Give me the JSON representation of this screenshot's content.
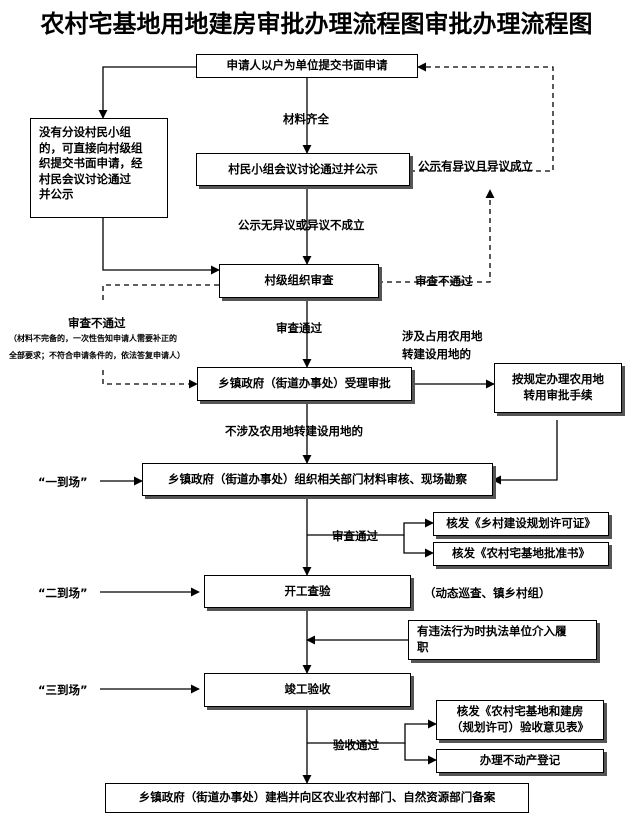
{
  "title": "农村宅基地用地建房审批办理流程图审批办理流程图",
  "boxes": {
    "apply": "申请人以户为单位提交书面申请",
    "village_group": "村民小组会议讨论通过并公示",
    "no_group": [
      "没有分设村民小组",
      "的，可直接向村级组",
      "织提交书面申请，经",
      "村民会议讨论通过",
      "并公示"
    ],
    "village_review": "村级组织审查",
    "township_accept": "乡镇政府（街道办事处）受理审批",
    "farmland": [
      "按规定办理农用地",
      "转用审批手续"
    ],
    "township_audit": "乡镇政府（街道办事处）组织相关部门材料审核、现场勘察",
    "permit_plan": "核发《乡村建设规划许可证》",
    "permit_land": "核发《农村宅基地批准书》",
    "construction_check": "开工查验",
    "violation": [
      "有违法行为时执法单位介入履",
      "职"
    ],
    "completion": "竣工验收",
    "acceptance_opinion": [
      "核发《农村宅基地和建房",
      "（规划许可）验收意见表》"
    ],
    "property_reg": "办理不动产登记",
    "archive": "乡镇政府（街道办事处）建档并向区农业农村部门、自然资源部门备案"
  },
  "labels": {
    "materials_complete": "材料齐全",
    "objection": "公示有异议且异议成立",
    "no_objection": "公示无异议或异议不成立",
    "review_fail_right": "审查不通过",
    "review_fail_left": "审查不通过",
    "review_fail_note_1": "（材料不完备的，一次性告知申请人需要补正的",
    "review_fail_note_2": "全部要求；不符合申请条件的，依法答复申请人）",
    "review_pass": "审查通过",
    "farmland_involved": [
      "涉及占用农用地",
      "转建设用地的"
    ],
    "no_farmland": "不涉及农用地转建设用地的",
    "arrive_1": "“一到场”",
    "audit_pass": "审查通过",
    "arrive_2": "“二到场”",
    "inspection_note": "（动态巡查、镇乡村组）",
    "arrive_3": "“三到场”",
    "acceptance_pass": "验收通过"
  }
}
